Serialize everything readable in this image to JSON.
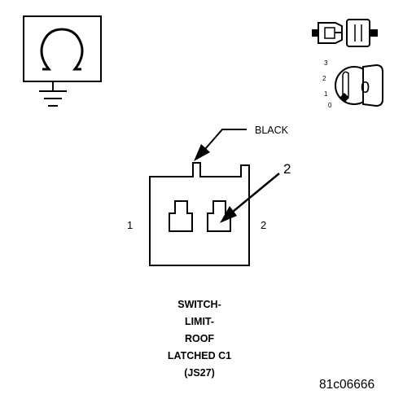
{
  "wire_color_label": "BLACK",
  "callout_number": "2",
  "pin_labels": {
    "left": "1",
    "right": "2"
  },
  "key_positions": [
    "3",
    "2",
    "1",
    "0"
  ],
  "key_cap_label": "0",
  "connector_title": [
    "SWITCH-",
    "LIMIT-",
    "ROOF",
    "LATCHED C1",
    "(JS27)"
  ],
  "figure_id": "81c06666",
  "icons": {
    "top_left": "ohmmeter-ground-icon",
    "top_right_upper": "disconnected-connector-icon",
    "top_right_lower": "ignition-key-off-icon"
  }
}
